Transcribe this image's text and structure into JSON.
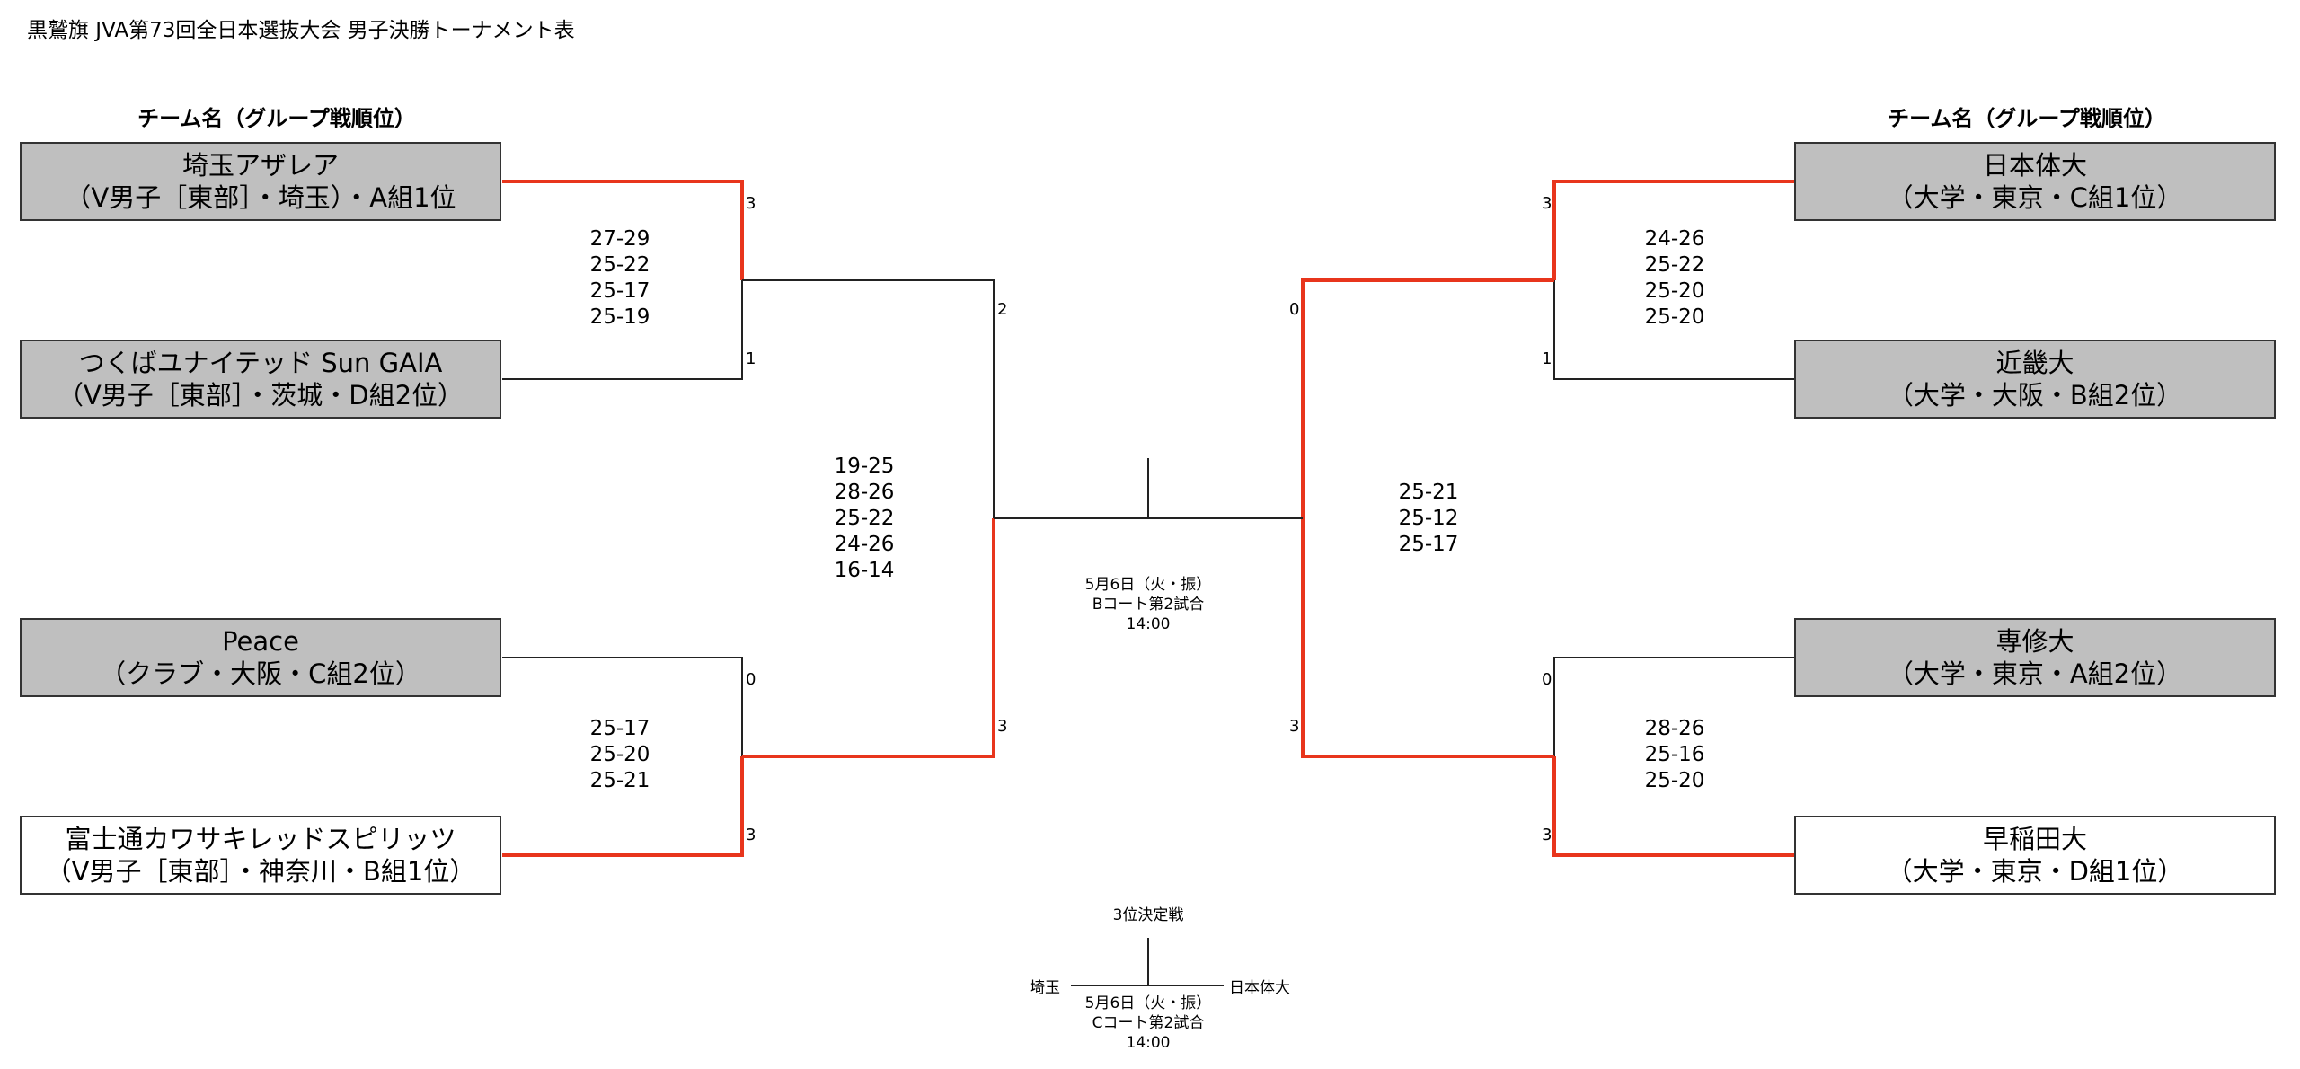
{
  "title": "黒鷲旗 JVA第73回全日本選抜大会 男子決勝トーナメント表",
  "column_header": "チーム名（グループ戦順位）",
  "teams": {
    "l1": {
      "name": "埼玉アザレア",
      "sub": "（V男子［東部］・埼玉）・A組1位"
    },
    "l2": {
      "name": "つくばユナイテッド Sun GAIA",
      "sub": "（V男子［東部］・茨城・D組2位）"
    },
    "l3": {
      "name": "Peace",
      "sub": "（クラブ・大阪・C組2位）"
    },
    "l4": {
      "name": "富士通カワサキレッドスピリッツ",
      "sub": "（V男子［東部］・神奈川・B組1位）"
    },
    "r1": {
      "name": "日本体大",
      "sub": "（大学・東京・C組1位）"
    },
    "r2": {
      "name": "近畿大",
      "sub": "（大学・大阪・B組2位）"
    },
    "r3": {
      "name": "専修大",
      "sub": "（大学・東京・A組2位）"
    },
    "r4": {
      "name": "早稲田大",
      "sub": "（大学・東京・D組1位）"
    }
  },
  "scores": {
    "l1": "3",
    "l2": "1",
    "l3": "0",
    "l4": "3",
    "r1": "3",
    "r2": "1",
    "r3": "0",
    "r4": "3",
    "semi_l_top": "2",
    "semi_l_bottom": "3",
    "semi_r_top": "0",
    "semi_r_bottom": "3"
  },
  "sets": {
    "qf_l_top": [
      "27-29",
      "25-22",
      "25-17",
      "25-19"
    ],
    "qf_l_bottom": [
      "25-17",
      "25-20",
      "25-21"
    ],
    "qf_r_top": [
      "24-26",
      "25-22",
      "25-20",
      "25-20"
    ],
    "qf_r_bottom": [
      "28-26",
      "25-16",
      "25-20"
    ],
    "sf_left": [
      "19-25",
      "28-26",
      "25-22",
      "24-26",
      "16-14"
    ],
    "sf_right": [
      "25-21",
      "25-12",
      "25-17"
    ]
  },
  "final_info": [
    "5月6日（火・振）",
    "Bコート第2試合",
    "14:00"
  ],
  "third_place": {
    "title": "3位決定戦",
    "left": "埼玉",
    "right": "日本体大",
    "info": [
      "5月6日（火・振）",
      "Cコート第2試合",
      "14:00"
    ]
  },
  "colors": {
    "winner_line": "#e8351c",
    "team_fill_gray": "#bfbfbf",
    "team_fill_white": "#ffffff"
  }
}
